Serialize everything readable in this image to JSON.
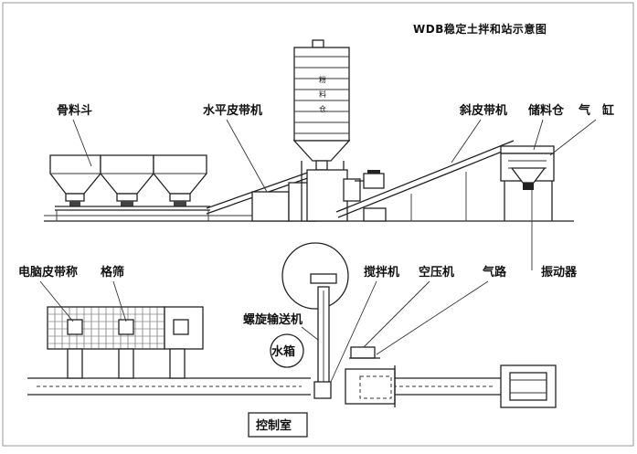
{
  "title": "WDB稳定土拌和站示意图",
  "labels": {
    "aggregate_hopper": "骨料斗",
    "horizontal_belt": "水平皮带机",
    "inclined_belt": "斜皮带机",
    "storage_bin": "储料仓",
    "cylinder": "气　缸",
    "vibrator": "振动器",
    "electronic_belt_scale": "电脑皮带称",
    "grid_screen": "格筛",
    "mixer": "搅拌机",
    "air_compressor": "空压机",
    "air_line": "气路",
    "screw_conveyor": "螺旋输送机",
    "water_tank": "水箱",
    "control_room": "控制室"
  },
  "silo_text": [
    "粉",
    "料",
    "仓"
  ]
}
